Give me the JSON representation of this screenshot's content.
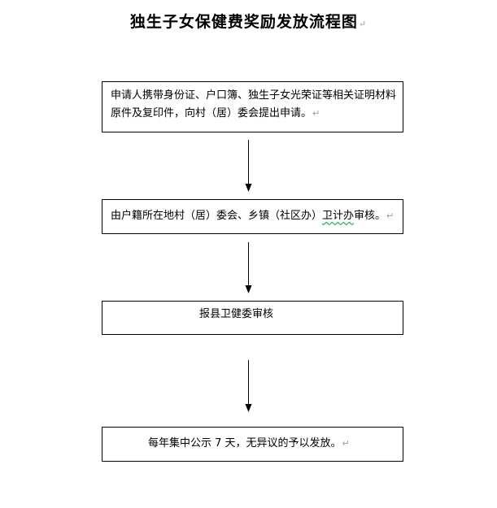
{
  "title": "独生子女保健费奖励发放流程图",
  "paragraph_mark": "↵",
  "steps": [
    {
      "text": "申请人携带身份证、户口簿、独生子女光荣证等相关证明材料原件及复印件，向村（居）委会提出申请。"
    },
    {
      "text_before": "由户籍所在地村（居）委会、乡镇（社区办）",
      "text_marked": "卫计办",
      "text_after": "审核。"
    },
    {
      "text": "报县卫健委审核"
    },
    {
      "text": "每年集中公示 7 天，无异议的予以发放。"
    }
  ]
}
